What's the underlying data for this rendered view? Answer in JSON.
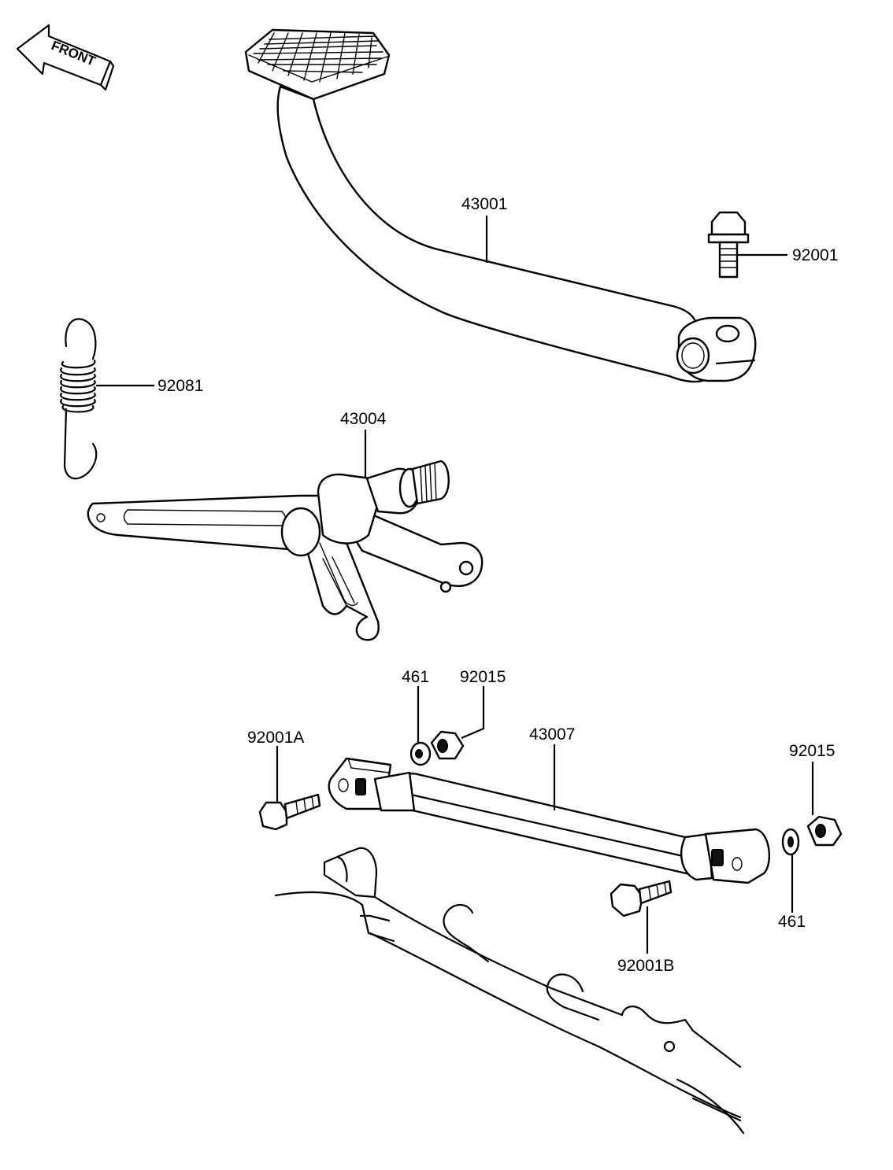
{
  "orientation": {
    "label": "FRONT"
  },
  "labels": {
    "pedal": "43001",
    "pedal_bolt": "92001",
    "spring": "92081",
    "shaft": "43004",
    "washer_upper": "461",
    "nut_upper": "92015",
    "rod": "43007",
    "bolt_a": "92001A",
    "nut_right": "92015",
    "washer_right": "461",
    "bolt_b": "92001B"
  }
}
